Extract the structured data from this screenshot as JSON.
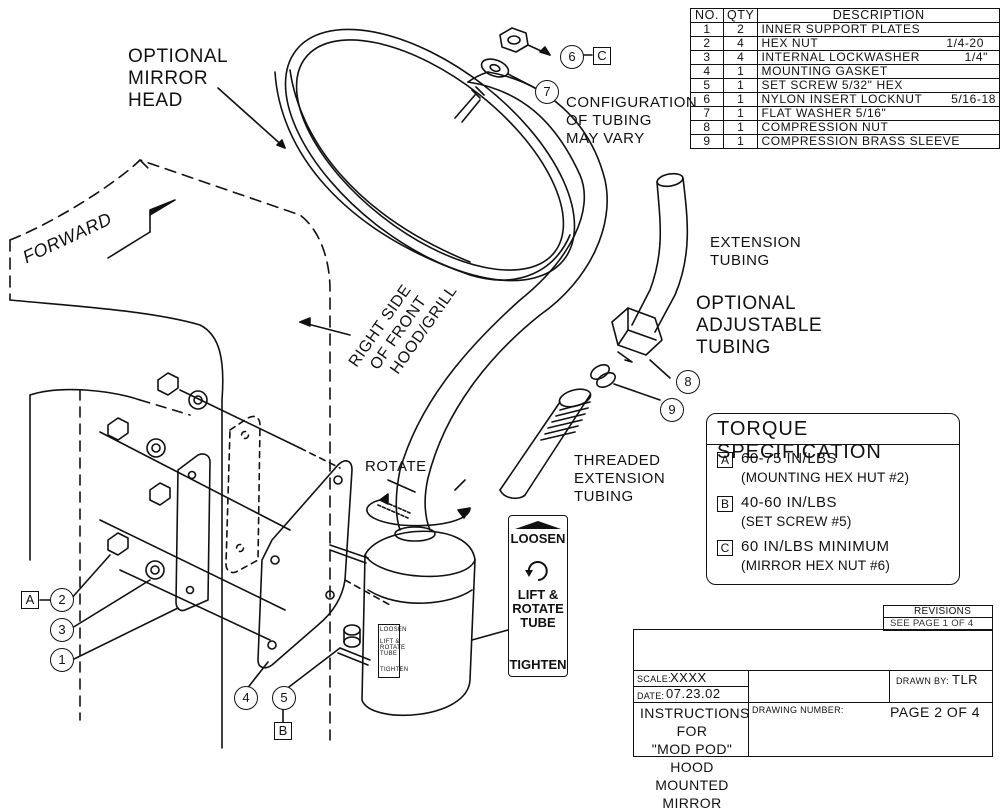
{
  "labels": {
    "optional_mirror_head": [
      "OPTIONAL",
      "MIRROR",
      "HEAD"
    ],
    "configuration": [
      "CONFIGURATION",
      "OF TUBING",
      "MAY VARY"
    ],
    "extension_tubing": [
      "EXTENSION",
      "TUBING"
    ],
    "optional_adjustable": [
      "OPTIONAL",
      "ADJUSTABLE",
      "TUBING"
    ],
    "forward": "FORWARD",
    "right_side": [
      "RIGHT SIDE",
      "OF FRONT",
      "HOOD/GRILL"
    ],
    "rotate": "ROTATE",
    "threaded": [
      "THREADED",
      "EXTENSION",
      "TUBING"
    ]
  },
  "callouts": {
    "c1": "1",
    "c2": "2",
    "c3": "3",
    "c4": "4",
    "c5": "5",
    "c6": "6",
    "c7": "7",
    "c8": "8",
    "c9": "9",
    "flagA": "A",
    "flagB": "B",
    "flagC": "C"
  },
  "parts_table": {
    "headers": [
      "NO.",
      "QTY",
      "DESCRIPTION"
    ],
    "rows": [
      {
        "no": "1",
        "qty": "2",
        "desc": "INNER SUPPORT PLATES",
        "size": ""
      },
      {
        "no": "2",
        "qty": "4",
        "desc": "HEX NUT",
        "size": "1/4-20"
      },
      {
        "no": "3",
        "qty": "4",
        "desc": "INTERNAL LOCKWASHER",
        "size": "1/4\""
      },
      {
        "no": "4",
        "qty": "1",
        "desc": "MOUNTING GASKET",
        "size": ""
      },
      {
        "no": "5",
        "qty": "1",
        "desc": "SET SCREW  5/32\" HEX",
        "size": ""
      },
      {
        "no": "6",
        "qty": "1",
        "desc": "NYLON INSERT LOCKNUT",
        "size": "5/16-18"
      },
      {
        "no": "7",
        "qty": "1",
        "desc": "FLAT WASHER  5/16\"",
        "size": ""
      },
      {
        "no": "8",
        "qty": "1",
        "desc": "COMPRESSION NUT",
        "size": ""
      },
      {
        "no": "9",
        "qty": "1",
        "desc": "COMPRESSION BRASS SLEEVE",
        "size": ""
      }
    ]
  },
  "torque": {
    "title": "TORQUE SPECIFICATION",
    "items": [
      {
        "key": "A",
        "value": "60-75 IN/LBS",
        "note": "(MOUNTING HEX HUT #2)"
      },
      {
        "key": "B",
        "value": "40-60 IN/LBS",
        "note": "(SET SCREW #5)"
      },
      {
        "key": "C",
        "value": "60 IN/LBS MINIMUM",
        "note": "(MIRROR HEX NUT #6)"
      }
    ]
  },
  "sticker": {
    "top": "LOOSEN",
    "middle": [
      "LIFT &",
      "ROTATE",
      "TUBE"
    ],
    "bottom": "TIGHTEN",
    "mini_top": "LOOSEN",
    "mini_mid": [
      "LIFT &",
      "ROTATE",
      "TUBE"
    ],
    "mini_bot": "TIGHTEN"
  },
  "title_block": {
    "revisions_label": "REVISIONS",
    "revisions_value": "SEE PAGE 1 OF 4",
    "scale_label": "SCALE:",
    "scale_value": "XXXX",
    "date_label": "DATE:",
    "date_value": "07.23.02",
    "drawn_by_label": "DRAWN BY:",
    "drawn_by_value": "TLR",
    "drawing_number_label": "DRAWING NUMBER:",
    "drawing_number_value": "PAGE 2 OF 4",
    "title": [
      "INSTRUCTIONS FOR",
      "\"MOD POD\" HOOD",
      "MOUNTED MIRROR"
    ]
  }
}
